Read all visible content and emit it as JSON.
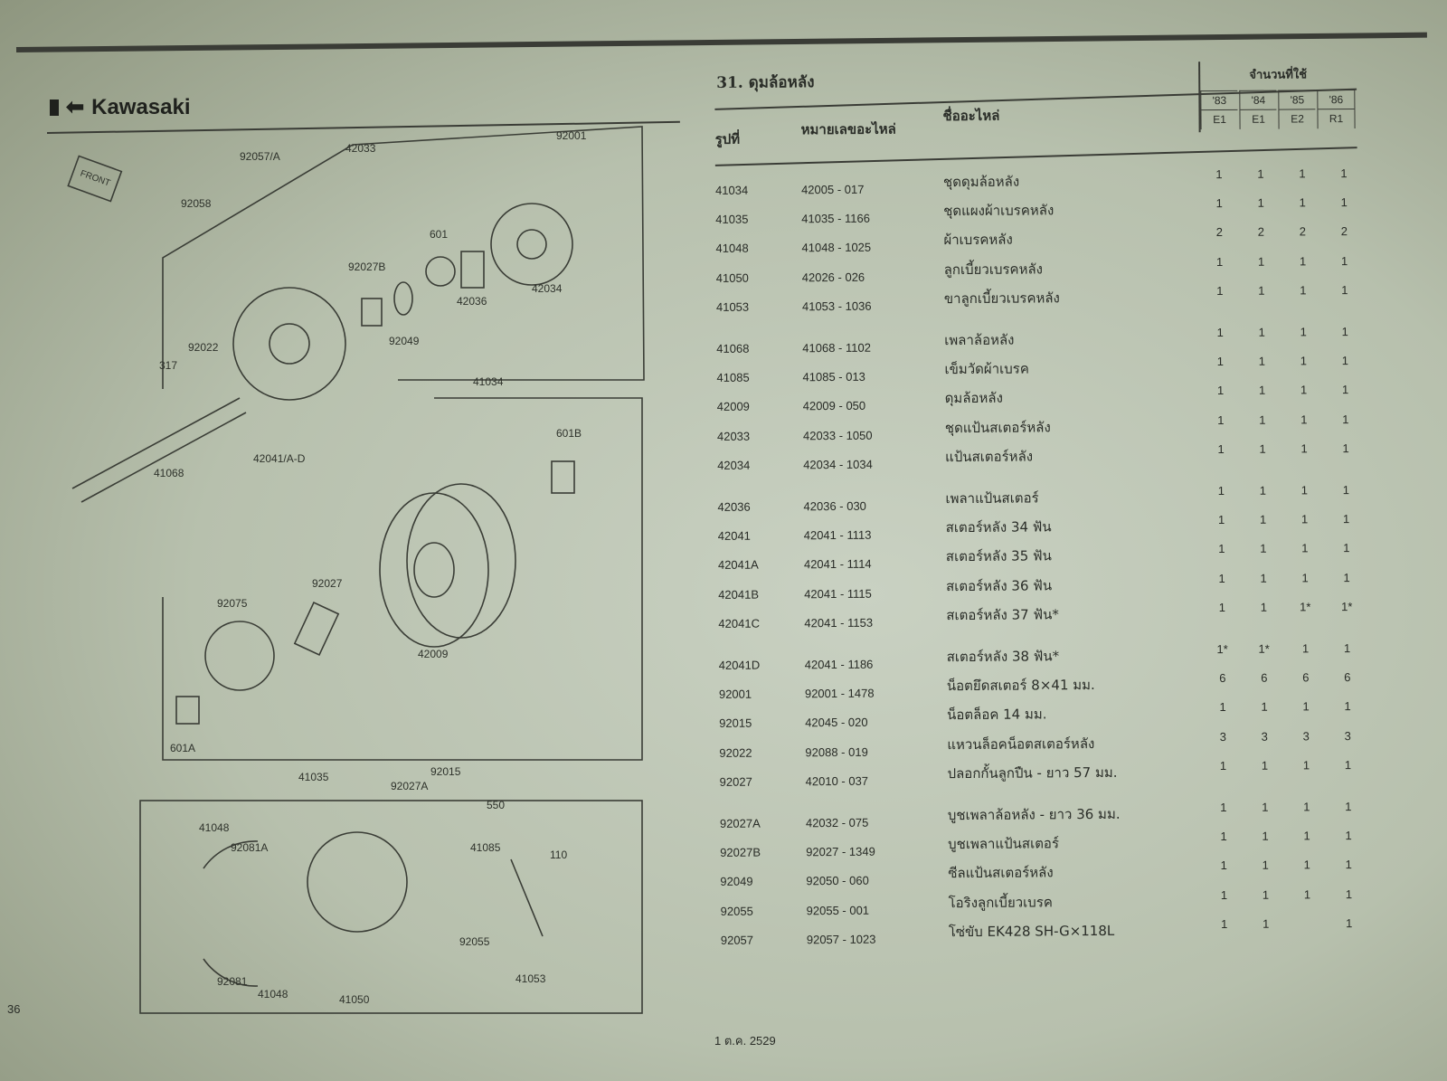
{
  "brand": "Kawasaki",
  "page_number": "36",
  "footer_date": "1 ต.ค. 2529",
  "front_label": "FRONT",
  "section_title": "31. ดุมล้อหลัง",
  "columns": {
    "ref": "รูปที่",
    "part_no": "หมายเลขอะไหล่",
    "name": "ชื่ออะไหล่",
    "qty": "จำนวนที่ใช้"
  },
  "years": [
    {
      "year": "'83",
      "code": "E1"
    },
    {
      "year": "'84",
      "code": "E1"
    },
    {
      "year": "'85",
      "code": "E2"
    },
    {
      "year": "'86",
      "code": "R1"
    }
  ],
  "parts": [
    {
      "ref": "41034",
      "part_no": "42005 - 017",
      "name": "ชุดดุมล้อหลัง",
      "qty": [
        "1",
        "1",
        "1",
        "1"
      ]
    },
    {
      "ref": "41035",
      "part_no": "41035 - 1166",
      "name": "ชุดแผงผ้าเบรคหลัง",
      "qty": [
        "1",
        "1",
        "1",
        "1"
      ]
    },
    {
      "ref": "41048",
      "part_no": "41048 - 1025",
      "name": "ผ้าเบรคหลัง",
      "qty": [
        "2",
        "2",
        "2",
        "2"
      ]
    },
    {
      "ref": "41050",
      "part_no": "42026 - 026",
      "name": "ลูกเบี้ยวเบรคหลัง",
      "qty": [
        "1",
        "1",
        "1",
        "1"
      ]
    },
    {
      "ref": "41053",
      "part_no": "41053 - 1036",
      "name": "ขาลูกเบี้ยวเบรคหลัง",
      "qty": [
        "1",
        "1",
        "1",
        "1"
      ]
    },
    {
      "ref": "41068",
      "part_no": "41068 - 1102",
      "name": "เพลาล้อหลัง",
      "qty": [
        "1",
        "1",
        "1",
        "1"
      ]
    },
    {
      "ref": "41085",
      "part_no": "41085 - 013",
      "name": "เข็มวัดผ้าเบรค",
      "qty": [
        "1",
        "1",
        "1",
        "1"
      ]
    },
    {
      "ref": "42009",
      "part_no": "42009 - 050",
      "name": "ดุมล้อหลัง",
      "qty": [
        "1",
        "1",
        "1",
        "1"
      ]
    },
    {
      "ref": "42033",
      "part_no": "42033 - 1050",
      "name": "ชุดแป้นสเตอร์หลัง",
      "qty": [
        "1",
        "1",
        "1",
        "1"
      ]
    },
    {
      "ref": "42034",
      "part_no": "42034 - 1034",
      "name": "แป้นสเตอร์หลัง",
      "qty": [
        "1",
        "1",
        "1",
        "1"
      ]
    },
    {
      "ref": "42036",
      "part_no": "42036 - 030",
      "name": "เพลาแป้นสเตอร์",
      "qty": [
        "1",
        "1",
        "1",
        "1"
      ]
    },
    {
      "ref": "42041",
      "part_no": "42041 - 1113",
      "name": "สเตอร์หลัง 34 ฟัน",
      "qty": [
        "1",
        "1",
        "1",
        "1"
      ]
    },
    {
      "ref": "42041A",
      "part_no": "42041 - 1114",
      "name": "สเตอร์หลัง 35 ฟัน",
      "qty": [
        "1",
        "1",
        "1",
        "1"
      ]
    },
    {
      "ref": "42041B",
      "part_no": "42041 - 1115",
      "name": "สเตอร์หลัง 36 ฟัน",
      "qty": [
        "1",
        "1",
        "1",
        "1"
      ]
    },
    {
      "ref": "42041C",
      "part_no": "42041 - 1153",
      "name": "สเตอร์หลัง 37 ฟัน*",
      "qty": [
        "1",
        "1",
        "1*",
        "1*"
      ]
    },
    {
      "ref": "42041D",
      "part_no": "42041 - 1186",
      "name": "สเตอร์หลัง 38 ฟัน*",
      "qty": [
        "1*",
        "1*",
        "1",
        "1"
      ]
    },
    {
      "ref": "92001",
      "part_no": "92001 - 1478",
      "name": "น็อตยึดสเตอร์ 8×41 มม.",
      "qty": [
        "6",
        "6",
        "6",
        "6"
      ]
    },
    {
      "ref": "92015",
      "part_no": "42045 - 020",
      "name": "น็อตล็อค 14 มม.",
      "qty": [
        "1",
        "1",
        "1",
        "1"
      ]
    },
    {
      "ref": "92022",
      "part_no": "92088 - 019",
      "name": "แหวนล็อคน็อตสเตอร์หลัง",
      "qty": [
        "3",
        "3",
        "3",
        "3"
      ]
    },
    {
      "ref": "92027",
      "part_no": "42010 - 037",
      "name": "ปลอกกั้นลูกปืน - ยาว 57 มม.",
      "qty": [
        "1",
        "1",
        "1",
        "1"
      ]
    },
    {
      "ref": "92027A",
      "part_no": "42032 - 075",
      "name": "บูชเพลาล้อหลัง - ยาว 36 มม.",
      "qty": [
        "1",
        "1",
        "1",
        "1"
      ]
    },
    {
      "ref": "92027B",
      "part_no": "92027 - 1349",
      "name": "บูชเพลาแป้นสเตอร์",
      "qty": [
        "1",
        "1",
        "1",
        "1"
      ]
    },
    {
      "ref": "92049",
      "part_no": "92050 - 060",
      "name": "ซีลแป้นสเตอร์หลัง",
      "qty": [
        "1",
        "1",
        "1",
        "1"
      ]
    },
    {
      "ref": "92055",
      "part_no": "92055 - 001",
      "name": "โอริงลูกเบี้ยวเบรค",
      "qty": [
        "1",
        "1",
        "1",
        "1"
      ]
    },
    {
      "ref": "92057",
      "part_no": "92057 - 1023",
      "name": "โซ่ขับ EK428 SH-G×118L",
      "qty": [
        "1",
        "1",
        "",
        "1"
      ]
    }
  ],
  "diagram_labels": [
    "92057/A",
    "42033",
    "92001",
    "92058",
    "601",
    "92027B",
    "42036",
    "42034",
    "92049",
    "92022",
    "317",
    "41068",
    "42041/A-D",
    "41034",
    "601B",
    "92027",
    "92075",
    "42009",
    "601A",
    "41035",
    "92015",
    "92027A",
    "550",
    "41048",
    "92081A",
    "41085",
    "110",
    "92055",
    "92081",
    "41048",
    "41050",
    "41053"
  ]
}
